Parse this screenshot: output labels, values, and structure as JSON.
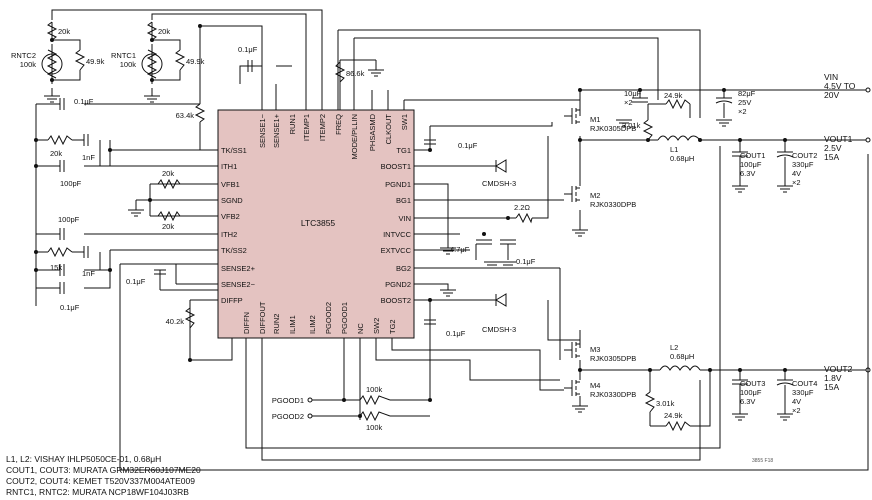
{
  "chip": {
    "name": "LTC3855",
    "fill": "#e4c3c1",
    "pins_left": [
      "TK/SS1",
      "ITH1",
      "VFB1",
      "SGND",
      "VFB2",
      "ITH2",
      "TK/SS2",
      "SENSE2+",
      "SENSE2−",
      "DIFFP"
    ],
    "pins_right": [
      "TG1",
      "BOOST1",
      "PGND1",
      "BG1",
      "VIN",
      "INTVCC",
      "EXTVCC",
      "BG2",
      "PGND2",
      "BOOST2"
    ],
    "pins_top": [
      "SENSE1−",
      "SENSE1+",
      "RUN1",
      "ITEMP1",
      "ITEMP2",
      "FREQ",
      "MODE/PLLIN",
      "PHSASMD",
      "CLKOUT",
      "SW1"
    ],
    "pins_bottom": [
      "DIFFN",
      "DIFFOUT",
      "RUN2",
      "ILIM1",
      "ILIM2",
      "PGOOD2",
      "PGOOD1",
      "NC",
      "SW2",
      "TG2"
    ]
  },
  "components": {
    "rntc2": "RNTC2\n100k",
    "rntc1": "RNTC1\n100k",
    "r20k_a": "20k",
    "r499_a": "49.9k",
    "r20k_b": "20k",
    "r499_b": "49.9k",
    "c_sense": "0.1μF",
    "r866": "86.6k",
    "r634": "63.4k",
    "c_ss1": "0.1μF",
    "r_ith1": "20k",
    "c_ith1": "1nF",
    "c_ith1b": "100pF",
    "r_vfb1": "20k",
    "r_vfb2": "20k",
    "c_ith2a": "100pF",
    "r_ith2": "15k",
    "c_ith2": "1nF",
    "c_ss2": "0.1μF",
    "c_sense2": "0.1μF",
    "r402": "40.2k",
    "c_boost1": "0.1μF",
    "d1": "CMDSH-3",
    "d2": "CMDSH-3",
    "c_boost2": "0.1μF",
    "r22": "2.2Ω",
    "c_intvcc": "4.7μF",
    "c_vin": "0.1μF",
    "c_in1": "10μF\n×2",
    "c_in2": "82μF\n25V\n×2",
    "r249_top": "24.9k",
    "r301_top": "3.01k",
    "l1": "L1\n0.68μH",
    "m1": "M1\nRJK0305DPB",
    "m2": "M2\nRJK0330DPB",
    "cout1": "COUT1\n100μF\n6.3V",
    "cout2": "COUT2\n330μF\n4V\n×2",
    "m3": "M3\nRJK0305DPB",
    "m4": "M4\nRJK0330DPB",
    "l2": "L2\n0.68μH",
    "r301_bot": "3.01k",
    "r249_bot": "24.9k",
    "cout3": "COUT3\n100μF\n6.3V",
    "cout4": "COUT4\n330μF\n4V\n×2",
    "pgood1": "PGOOD1",
    "pgood2": "PGOOD2",
    "r100k_a": "100k",
    "r100k_b": "100k"
  },
  "rails": {
    "vin": "VIN\n4.5V TO\n20V",
    "vout1": "VOUT1\n2.5V\n15A",
    "vout2": "VOUT2\n1.8V\n15A"
  },
  "notes": [
    "L1, L2: VISHAY IHLP5050CE-01, 0.68μH",
    "COUT1, COUT3: MURATA GRM32ER60J107ME20",
    "COUT2, COUT4: KEMET T520V337M004ATE009",
    "RNTC1, RNTC2: MURATA NCP18WF104J03RB"
  ],
  "figure_id": "3855 F18"
}
